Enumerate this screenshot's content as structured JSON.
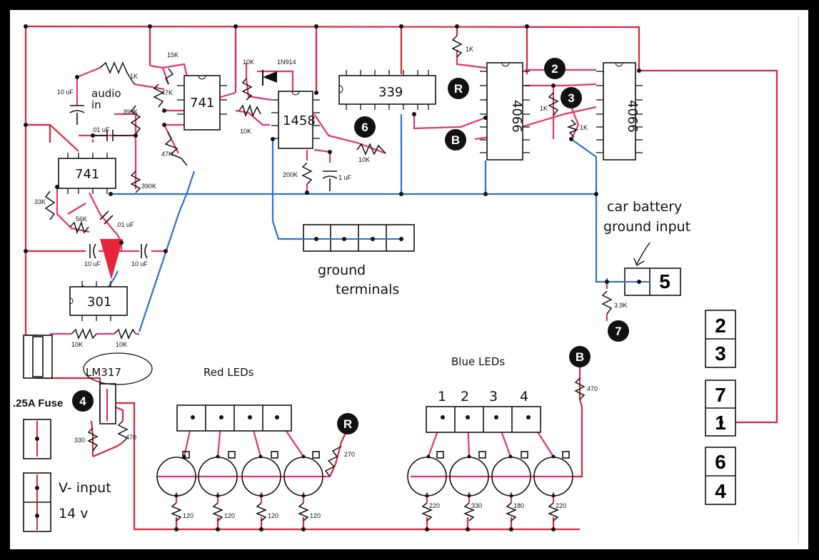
{
  "colors": {
    "wire_red": "#d8263a",
    "wire_pink": "#e8336a",
    "wire_blue": "#2f6fd0",
    "ink": "#111111",
    "paper": "#ffffff",
    "frame": "#000000"
  },
  "chips": {
    "op741_top": "741",
    "op741_left": "741",
    "lm301": "301",
    "ic1458": "1458",
    "ic339": "339",
    "ic4066_a": "4066",
    "ic4066_b": "4066"
  },
  "components": {
    "r_1k_a": "1K",
    "r_15k": "15K",
    "r_47k_a": "47K",
    "r_47k_b": "47K",
    "r_390k_a": "390K",
    "r_390k_b": "390K",
    "r_33k": "33K",
    "r_56k": "56K",
    "r_10k_a": "10K",
    "r_10k_b": "10K",
    "r_10k_c": "10K",
    "r_10k_d": "10K",
    "r_10k_e": "10K",
    "r_10k_f": "10K",
    "r_200k": "200K",
    "r_1k_b": "1K",
    "r_1k_c": "1K",
    "r_1k_d": "1K",
    "r_3_9k": "3.9K",
    "r_470_a": "470",
    "r_470_b": "470",
    "r_330": "330",
    "r_270": "270",
    "r_120": "120",
    "c_10uf_a": "10 uF",
    "c_01uf_a": ".01 uF",
    "c_01uf_b": ".01 uF",
    "c_10uf_b": "10 uF",
    "c_10uf_c": "10 uF",
    "c_1uf": "1 uF",
    "diode": "1N914",
    "audio_in": "audio\nin",
    "blue_r": [
      "220",
      "330",
      "180",
      "220"
    ]
  },
  "labels": {
    "lm317": "LM317",
    "fuse": ".25A Fuse",
    "vinput_1": "V- input",
    "vinput_2": "14 v",
    "red_leds": "Red LEDs",
    "blue_leds": "Blue LEDs",
    "ground_1": "ground",
    "ground_2": "terminals",
    "battery_1": "car battery",
    "battery_2": "ground input",
    "blue_led_numbers": [
      "1",
      "2",
      "3",
      "4"
    ]
  },
  "bubbles": {
    "r_top": "R",
    "b_top": "B",
    "six": "6",
    "two": "2",
    "three": "3",
    "four": "4",
    "seven": "7",
    "b_bottom": "B",
    "r_bottom": "R"
  },
  "terminals": {
    "five": "5",
    "pair_a": [
      "2",
      "3"
    ],
    "pair_b": [
      "7",
      "1"
    ],
    "pair_c": [
      "6",
      "4"
    ]
  }
}
